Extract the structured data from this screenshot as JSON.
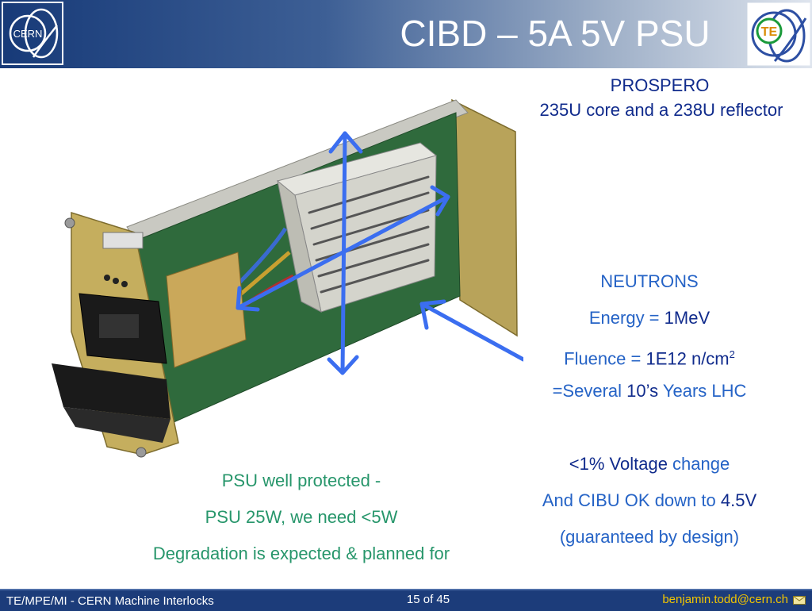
{
  "header": {
    "title": "CIBD – 5A 5V PSU",
    "cern_logo_text": "CERN",
    "te_logo_text": "TE"
  },
  "prospero": {
    "line1": "PROSPERO",
    "line2": "235U core and a 238U reflector"
  },
  "neutrons": {
    "heading": "NEUTRONS",
    "energy_label": "Energy = ",
    "energy_value": "1MeV",
    "fluence_label": "Fluence = ",
    "fluence_value": "1E12 n/cm",
    "fluence_exp": "2",
    "several_prefix": "=Several ",
    "several_value": "10’s",
    "several_suffix": " Years LHC"
  },
  "results": {
    "voltage_prefix": "<1% Voltage",
    "voltage_suffix": " change",
    "cibu_prefix": "And CIBU OK down to ",
    "cibu_value": "4.5V",
    "guarantee": "(guaranteed by design)"
  },
  "psu_notes": {
    "line1": "PSU well protected -",
    "line2": "PSU 25W, we need <5W",
    "line3": "Degradation is expected  & planned for"
  },
  "footer": {
    "left": "TE/MPE/MI - CERN Machine Interlocks",
    "page": "15 of 45",
    "email": "benjamin.todd@cern.ch"
  },
  "colors": {
    "header_blue": "#173a78",
    "text_blue": "#2563c6",
    "text_navy": "#102b8c",
    "text_green": "#27966b",
    "footer_email": "#f2c500",
    "arrow_blue": "#3b6ef0"
  }
}
